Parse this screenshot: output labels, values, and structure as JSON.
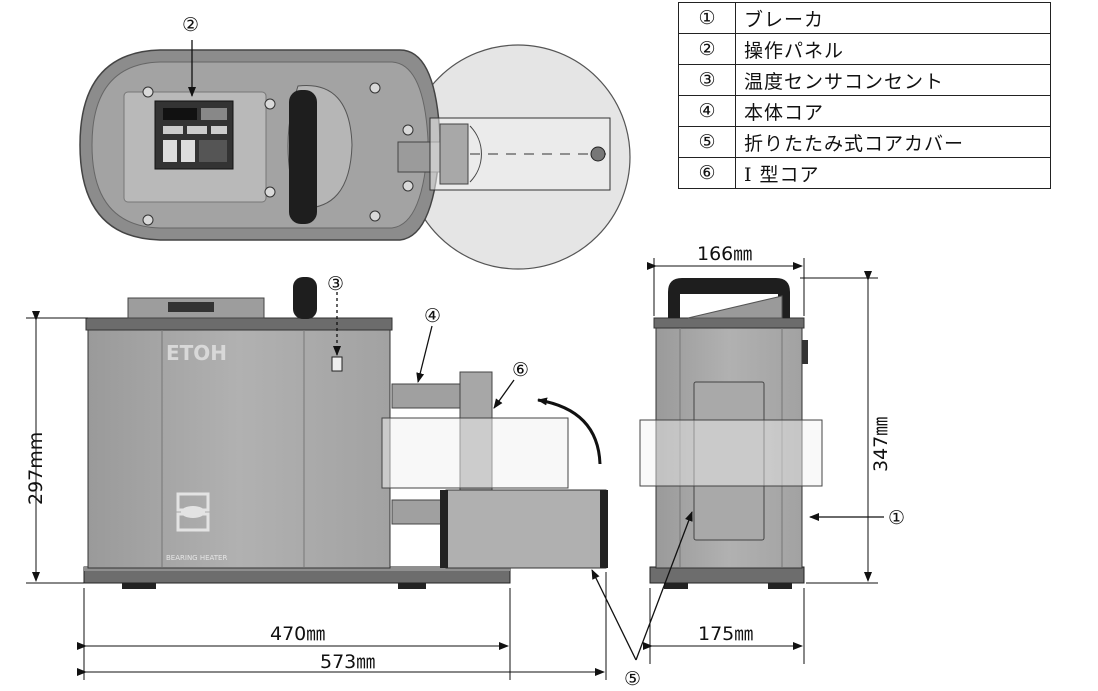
{
  "legend": [
    {
      "num": "①",
      "name": "ブレーカ"
    },
    {
      "num": "②",
      "name": "操作パネル"
    },
    {
      "num": "③",
      "name": "温度センサコンセント"
    },
    {
      "num": "④",
      "name": "本体コア"
    },
    {
      "num": "⑤",
      "name": "折りたたみ式コアカバー"
    },
    {
      "num": "⑥",
      "name": "I 型コア"
    }
  ],
  "callouts": {
    "c1": "①",
    "c2": "②",
    "c3": "③",
    "c4": "④",
    "c5": "⑤",
    "c6": "⑥"
  },
  "dimensions": {
    "height_front": "297mm",
    "length_body": "470㎜",
    "length_total": "573㎜",
    "width_top": "166㎜",
    "height_side": "347㎜",
    "width_base": "175㎜"
  },
  "branding": {
    "logo": "ETOH",
    "product_badge": "BEARING HEATER"
  }
}
